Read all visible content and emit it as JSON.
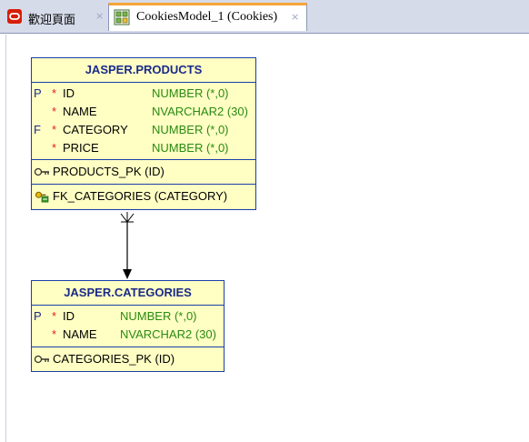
{
  "tabs": [
    {
      "label": "歡迎頁面",
      "icon": "oracle-logo-icon",
      "close": "×"
    },
    {
      "label": "CookiesModel_1 (Cookies)",
      "icon": "data-model-icon",
      "close": "×",
      "active": true
    }
  ],
  "tables": {
    "products": {
      "title": "JASPER.PRODUCTS",
      "columns": [
        {
          "key": "P",
          "required": "*",
          "name": "ID",
          "type": "NUMBER (*,0)"
        },
        {
          "key": "",
          "required": "*",
          "name": "NAME",
          "type": "NVARCHAR2 (30)"
        },
        {
          "key": "F",
          "required": "*",
          "name": "CATEGORY",
          "type": "NUMBER (*,0)"
        },
        {
          "key": "",
          "required": "*",
          "name": "PRICE",
          "type": "NUMBER (*,0)"
        }
      ],
      "primary_key": "PRODUCTS_PK (ID)",
      "foreign_key": "FK_CATEGORIES (CATEGORY)"
    },
    "categories": {
      "title": "JASPER.CATEGORIES",
      "columns": [
        {
          "key": "P",
          "required": "*",
          "name": "ID",
          "type": "NUMBER (*,0)"
        },
        {
          "key": "",
          "required": "*",
          "name": "NAME",
          "type": "NVARCHAR2 (30)"
        }
      ],
      "primary_key": "CATEGORIES_PK (ID)"
    }
  },
  "relationship": {
    "from": "JASPER.PRODUCTS",
    "to": "JASPER.CATEGORIES",
    "cardinality": "many-to-one"
  },
  "colors": {
    "table_fill": "#ffffc4",
    "table_border": "#1a3fa8",
    "title": "#1a2a8a",
    "type": "#2a8a10",
    "required": "#dd2222",
    "tab_accent": "#f5a43a"
  }
}
